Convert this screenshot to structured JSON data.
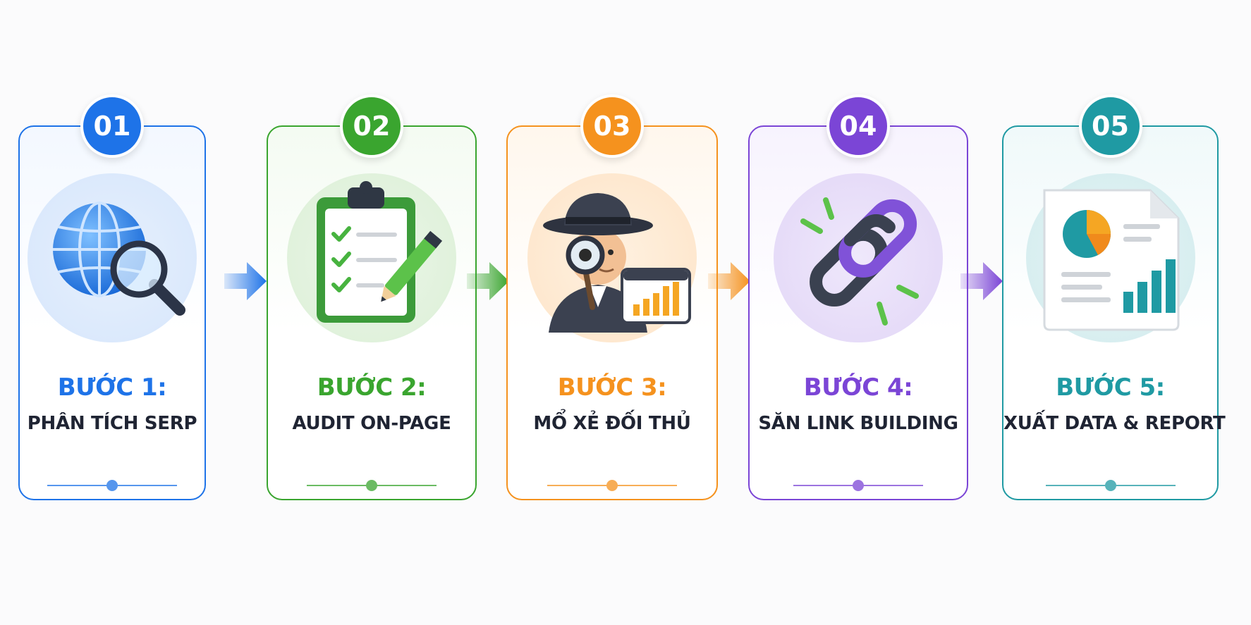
{
  "steps": [
    {
      "badge": "01",
      "label": "BƯỚC 1:",
      "title": "PHÂN TÍCH SERP",
      "icon": "globe-search-icon",
      "color": "#1e73e8"
    },
    {
      "badge": "02",
      "label": "BƯỚC 2:",
      "title": "AUDIT ON-PAGE",
      "icon": "clipboard-checklist-icon",
      "color": "#3aa52f"
    },
    {
      "badge": "03",
      "label": "BƯỚC 3:",
      "title": "MỔ XẺ ĐỐI THỦ",
      "icon": "detective-spy-icon",
      "color": "#f5921e"
    },
    {
      "badge": "04",
      "label": "BƯỚC 4:",
      "title": "SĂN LINK BUILDING",
      "icon": "chain-link-icon",
      "color": "#7b45d6"
    },
    {
      "badge": "05",
      "label": "BƯỚC 5:",
      "title": "XUẤT DATA & REPORT",
      "icon": "report-chart-icon",
      "color": "#1f9aa3"
    }
  ],
  "arrow_colors": [
    "#1e73e8",
    "#3aa52f",
    "#f5921e",
    "#7b45d6"
  ]
}
